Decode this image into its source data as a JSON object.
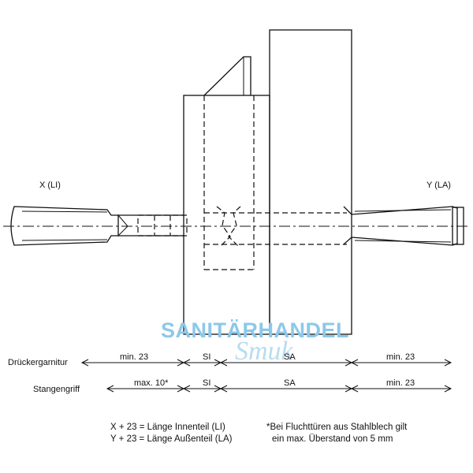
{
  "labels": {
    "x_side": "X (LI)",
    "y_side": "Y (LA)"
  },
  "watermark": {
    "line1": "SANITÄRHANDEL",
    "line2": "Smuk",
    "color": "#8cc8ea"
  },
  "dimension_rows": [
    {
      "label": "Drückergarnitur",
      "segments": [
        "min. 23",
        "SI",
        "SA",
        "min. 23"
      ]
    },
    {
      "label": "Stangengriff",
      "segments": [
        "max. 10*",
        "SI",
        "SA",
        "min. 23"
      ]
    }
  ],
  "formulas": [
    "X + 23 = Länge Innenteil (LI)",
    "Y + 23 = Länge Außenteil (LA)"
  ],
  "footnote": [
    "*Bei Fluchttüren aus Stahlblech gilt",
    "ein max. Überstand von 5 mm"
  ]
}
